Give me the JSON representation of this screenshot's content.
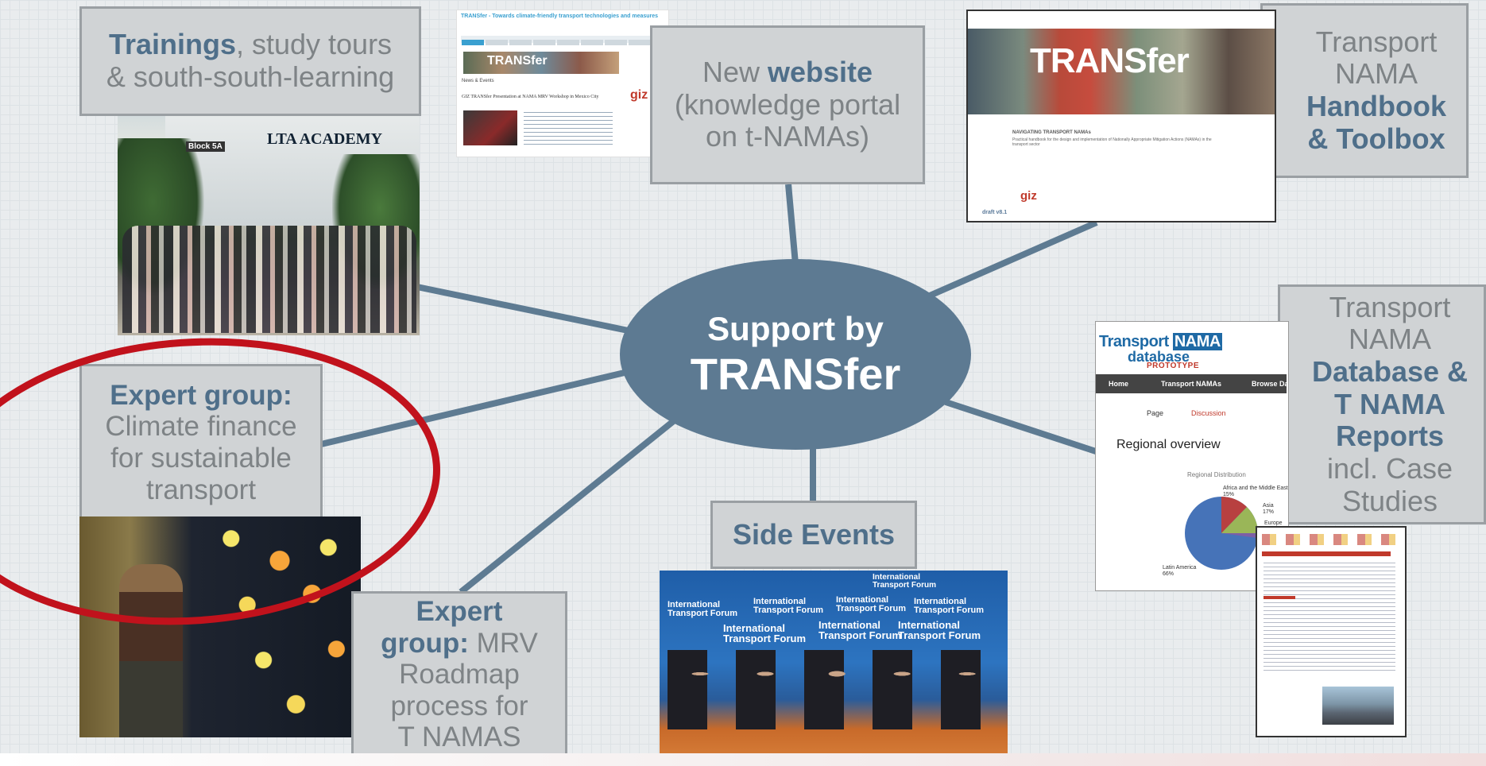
{
  "hub": {
    "line1": "Support by",
    "line2": "TRANSfer"
  },
  "boxes": {
    "trainings": {
      "hl": "Trainings",
      "rest": ", study tours",
      "line2": "& south-south-learning"
    },
    "website": {
      "pre": "New ",
      "hl": "website",
      "line2": "(knowledge portal",
      "line3": "on t-NAMAs)"
    },
    "handbook": {
      "line1": "Transport",
      "line2": "NAMA",
      "line3": "Handbook",
      "line4": "& Toolbox"
    },
    "database": {
      "line1": "Transport",
      "line2": "NAMA",
      "line3": "Database &",
      "line4": "T NAMA",
      "line5": "Reports",
      "line6": "incl. Case",
      "line7": "Studies"
    },
    "climate": {
      "hl": "Expert group:",
      "line2": "Climate finance",
      "line3": "for sustainable",
      "line4": "transport"
    },
    "mrv": {
      "hl1": "Expert",
      "hl2": "group:",
      "rest": " MRV",
      "line3": "Roadmap",
      "line4": "process for",
      "line5": "T NAMAS"
    },
    "side_events": {
      "label": "Side Events"
    }
  },
  "website_screenshot": {
    "title": "TRANSfer - Towards climate-friendly transport technologies and measures",
    "banner": "TRANSfer",
    "section": "News & Events",
    "headline": "GIZ TRANSfer Presentation at NAMA MRV Workshop in Mexico City",
    "giz": "giz"
  },
  "handbook_cover": {
    "logo": "TRANSfer",
    "title": "NAVIGATING TRANSPORT NAMAs",
    "subtitle": "Practical handbook for the design and implementation of Nationally Appropriate Mitigation Actions (NAMAs) in the transport sector",
    "draft": "draft v8.1",
    "giz": "giz"
  },
  "database_screenshot": {
    "logo_top": "Transport",
    "logo_badge": "NAMA",
    "logo_bottom": "database",
    "prototype": "PROTOTYPE",
    "nav": [
      "Home",
      "Transport NAMAs",
      "Browse Dat"
    ],
    "tab_page": "Page",
    "tab_discussion": "Discussion",
    "heading": "Regional overview",
    "chart_title": "Regional Distribution",
    "label_africa": "Africa and the Middle East",
    "pct_africa": "15%",
    "label_asia": "Asia",
    "pct_asia": "17%",
    "label_europe": "Europe",
    "label_latam": "Latin America",
    "pct_latam": "66%"
  },
  "photos": {
    "training_sign": "LTA ACADEMY",
    "training_block": "Block 5A",
    "forum_text": "International Transport Forum"
  },
  "colors": {
    "hub": "#5d7a92",
    "connector": "#5e7b92",
    "highlight": "#4f6f8a",
    "box_text": "#7e8386",
    "box_fill": "#d0d3d5",
    "red_oval": "#c1121c"
  }
}
